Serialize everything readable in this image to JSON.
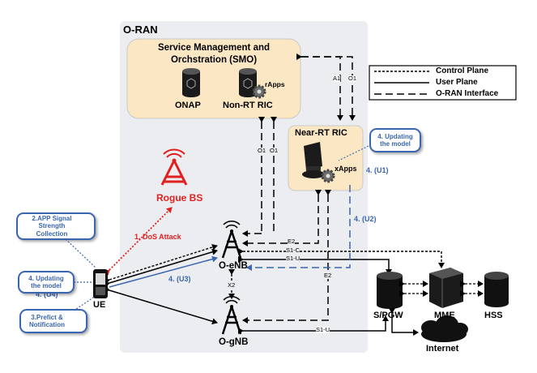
{
  "oran_label": "O-RAN",
  "smo": {
    "title_line1": "Service Management and",
    "title_line2": "Orchstration (SMO)",
    "onap": "ONAP",
    "nonrt_ric": "Non-RT RIC",
    "rapps": "rApps"
  },
  "near_rt_ric": {
    "title": "Near-RT RIC",
    "xapps": "xApps"
  },
  "legend": {
    "control_plane": "Control Plane",
    "user_plane": "User Plane",
    "oran_interface": "O-RAN Interface"
  },
  "interfaces": {
    "a1": "A1",
    "o1": "O1",
    "e2": "E2",
    "s1c": "S1-C",
    "s1u": "S1-U",
    "x2": "X2"
  },
  "nodes": {
    "rogue_bs": "Rogue BS",
    "oenb": "O-eNB",
    "ognb": "O-gNB",
    "ue": "UE",
    "spgw": "S/PGW",
    "mme": "MME",
    "hss": "HSS",
    "internet": "Internet"
  },
  "annotations": {
    "dos_attack": "1. DoS Attack",
    "u1": "4. (U1)",
    "u2": "4. (U2)",
    "u3": "4. (U3)",
    "u4": "4. (U4)"
  },
  "callouts": {
    "updating_model_ric": {
      "line1": "4. Updating",
      "line2": "the model"
    },
    "app_signal": {
      "line1": "2.APP Signal Strength",
      "line2": "Collection"
    },
    "updating_model_ue": {
      "line1": "4. Updating",
      "line2": "the model"
    },
    "predict": {
      "line1": "3.Prefict &",
      "line2": "Notification"
    }
  },
  "colors": {
    "panel": "#ebedf0",
    "smo_fill": "#fbe7c4",
    "accent_blue": "#3a66b0",
    "attack_red": "#e02020"
  }
}
